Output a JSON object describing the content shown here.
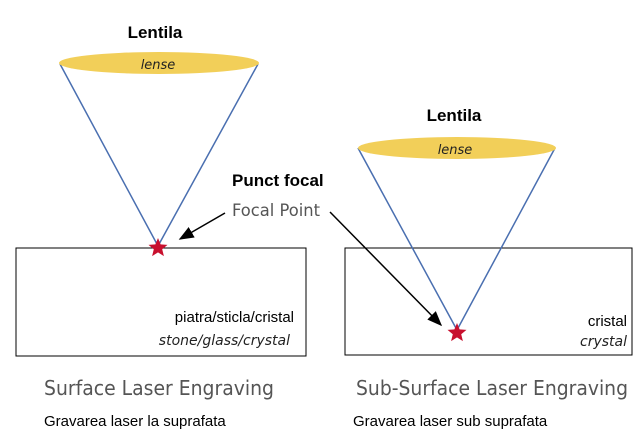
{
  "left": {
    "lens_label": "Lentila",
    "lens_sublabel": "lense",
    "material_label": "piatra/sticla/cristal",
    "material_sublabel": "stone/glass/crystal",
    "title_en": "Surface Laser Engraving",
    "title_ro": "Gravarea laser la suprafata"
  },
  "right": {
    "lens_label": "Lentila",
    "lens_sublabel": "lense",
    "material_label": "cristal",
    "material_sublabel": "crystal",
    "title_en": "Sub-Surface Laser Engraving",
    "title_ro": "Gravarea laser sub suprafata"
  },
  "focal": {
    "label_ro": "Punct focal",
    "label_en": "Focal Point"
  },
  "colors": {
    "lens_fill": "#f2cf59",
    "beam": "#4a6fb0",
    "star": "#c8102e",
    "box_stroke": "#000000"
  }
}
